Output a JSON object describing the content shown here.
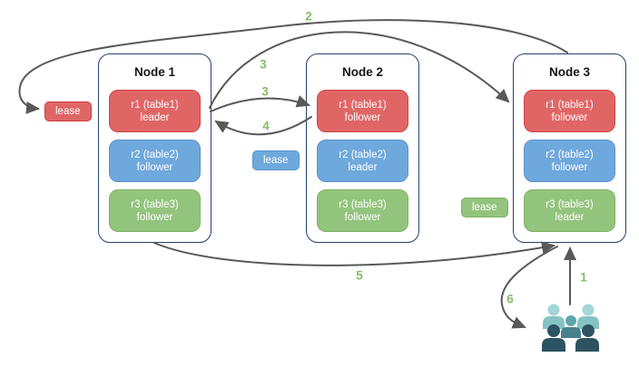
{
  "diagram": {
    "title_hint": "replica leadership and leases across nodes",
    "nodes": [
      {
        "title": "Node 1",
        "replicas": [
          {
            "name": "r1 (table1)",
            "role": "leader",
            "color": "#e06666"
          },
          {
            "name": "r2 (table2)",
            "role": "follower",
            "color": "#6fa8dc"
          },
          {
            "name": "r3 (table3)",
            "role": "follower",
            "color": "#93c47d"
          }
        ]
      },
      {
        "title": "Node 2",
        "replicas": [
          {
            "name": "r1 (table1)",
            "role": "follower",
            "color": "#e06666"
          },
          {
            "name": "r2 (table2)",
            "role": "leader",
            "color": "#6fa8dc"
          },
          {
            "name": "r3 (table3)",
            "role": "follower",
            "color": "#93c47d"
          }
        ]
      },
      {
        "title": "Node 3",
        "replicas": [
          {
            "name": "r1 (table1)",
            "role": "follower",
            "color": "#e06666"
          },
          {
            "name": "r2 (table2)",
            "role": "follower",
            "color": "#6fa8dc"
          },
          {
            "name": "r3 (table3)",
            "role": "leader",
            "color": "#93c47d"
          }
        ]
      }
    ],
    "leases": [
      {
        "label": "lease",
        "color": "#e06666"
      },
      {
        "label": "lease",
        "color": "#6fa8dc"
      },
      {
        "label": "lease",
        "color": "#93c47d"
      }
    ],
    "steps": {
      "s1": "1",
      "s2": "2",
      "s3a": "3",
      "s3b": "3",
      "s4": "4",
      "s5": "5",
      "s6": "6"
    },
    "icons": {
      "users": "users-icon"
    },
    "colors": {
      "node_border": "#24436b",
      "arrow": "#595959",
      "step_label": "#85bb65",
      "replica_red": "#e06666",
      "replica_blue": "#6fa8dc",
      "replica_green": "#93c47d",
      "users_back": "#8fc9c9",
      "users_middle": "#4a828f",
      "users_front": "#2d5362"
    }
  }
}
